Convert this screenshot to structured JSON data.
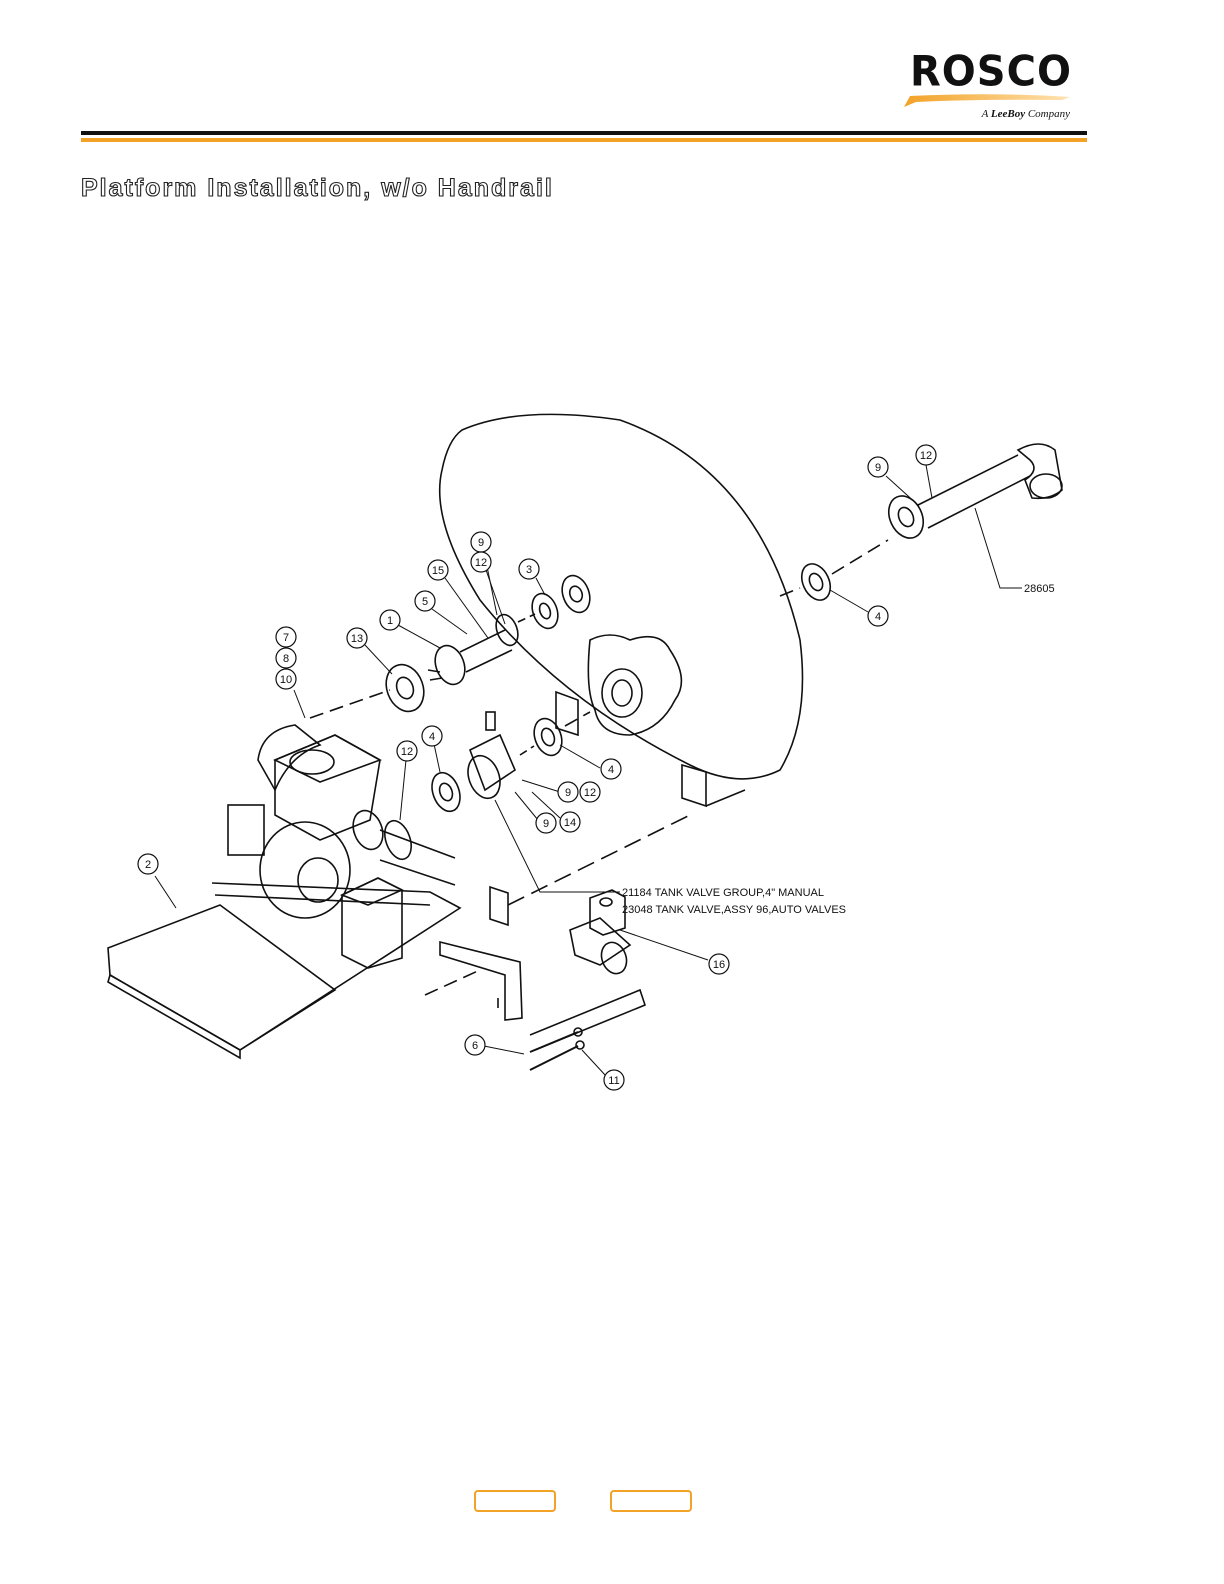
{
  "header": {
    "logo": {
      "wordmark": "ROSCO",
      "tagline_prefix": "A",
      "tagline_brand": "LeeBoy",
      "tagline_suffix": "Company"
    },
    "accent_color": "#f2a227"
  },
  "page_title": "Platform Installation, w/o Handrail",
  "diagram": {
    "callouts": [
      {
        "id": "c9-top",
        "label": "9"
      },
      {
        "id": "c12-top",
        "label": "12"
      },
      {
        "id": "c4-tank",
        "label": "4"
      },
      {
        "id": "c9-left",
        "label": "9"
      },
      {
        "id": "c12-left",
        "label": "12"
      },
      {
        "id": "c15",
        "label": "15"
      },
      {
        "id": "c3",
        "label": "3"
      },
      {
        "id": "c5",
        "label": "5"
      },
      {
        "id": "c1",
        "label": "1"
      },
      {
        "id": "c13",
        "label": "13"
      },
      {
        "id": "c7",
        "label": "7"
      },
      {
        "id": "c8",
        "label": "8"
      },
      {
        "id": "c10",
        "label": "10"
      },
      {
        "id": "c12-pump",
        "label": "12"
      },
      {
        "id": "c4-gasket",
        "label": "4"
      },
      {
        "id": "c4-right",
        "label": "4"
      },
      {
        "id": "c9-mid",
        "label": "9"
      },
      {
        "id": "c12-mid",
        "label": "12"
      },
      {
        "id": "c9-low",
        "label": "9"
      },
      {
        "id": "c14",
        "label": "14"
      },
      {
        "id": "c2",
        "label": "2"
      },
      {
        "id": "c16",
        "label": "16"
      },
      {
        "id": "c6",
        "label": "6"
      },
      {
        "id": "c11",
        "label": "11"
      }
    ],
    "part_number_label": "28605",
    "notes": [
      "21184 TANK VALVE GROUP,4\" MANUAL",
      "23048 TANK VALVE,ASSY 96,AUTO VALVES"
    ]
  },
  "navigation": {
    "prev_label": "",
    "next_label": ""
  }
}
